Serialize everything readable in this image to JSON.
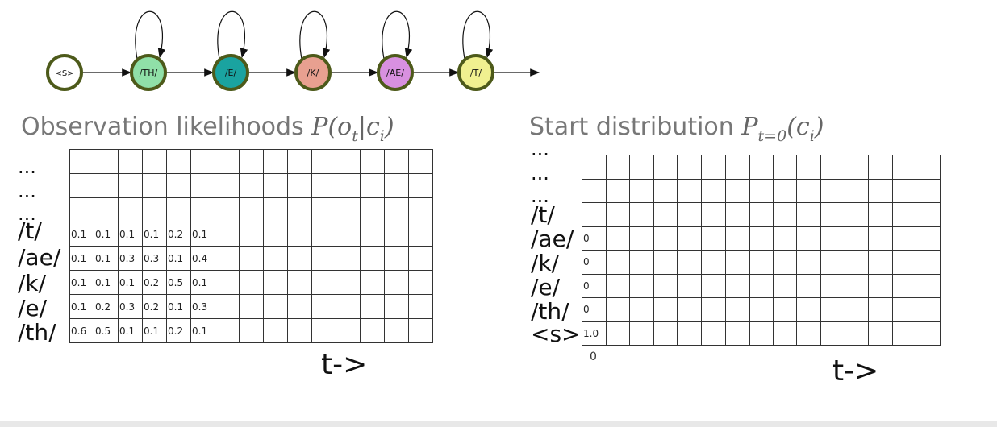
{
  "colors": {
    "state_border": "#4d5a1a",
    "state_fills": [
      "#ffffff",
      "#90e0a8",
      "#1aa3a0",
      "#e8a090",
      "#d890e0",
      "#f0f090"
    ]
  },
  "hmm": {
    "states": [
      "<S>",
      "/TH/",
      "/E/",
      "/K/",
      "/AE/",
      "/T/"
    ],
    "self_loop_on": [
      false,
      true,
      true,
      true,
      true,
      true
    ]
  },
  "observation": {
    "title_text": "Observation likelihoods",
    "title_math": "P(o",
    "title_math_sub": "t",
    "title_math_end": "|c",
    "title_math_sub2": "i",
    "title_math_close": ")",
    "ellipsis": [
      "...",
      "...",
      "..."
    ],
    "row_labels": [
      "/t/",
      "/ae/",
      "/k/",
      "/e/",
      "/th/"
    ],
    "values": [
      [
        "0.1",
        "0.1",
        "0.1",
        "0.1",
        "0.2",
        "0.1"
      ],
      [
        "0.1",
        "0.1",
        "0.3",
        "0.3",
        "0.1",
        "0.4"
      ],
      [
        "0.1",
        "0.1",
        "0.1",
        "0.2",
        "0.5",
        "0.1"
      ],
      [
        "0.1",
        "0.2",
        "0.3",
        "0.2",
        "0.1",
        "0.3"
      ],
      [
        "0.6",
        "0.5",
        "0.1",
        "0.1",
        "0.2",
        "0.1"
      ]
    ],
    "t_label": "t->"
  },
  "start": {
    "title_text": "Start distribution",
    "title_math": "P",
    "title_math_sub": "t=0",
    "title_math_end": "(c",
    "title_math_sub2": "i",
    "title_math_close": ")",
    "ellipsis": [
      "...",
      "...",
      "..."
    ],
    "row_labels": [
      "/t/",
      "/ae/",
      "/k/",
      "/e/",
      "/th/",
      "<s>"
    ],
    "values": [
      "",
      "0",
      "0",
      "0",
      "0",
      "1.0"
    ],
    "axis_zero": "0",
    "t_label": "t->"
  }
}
